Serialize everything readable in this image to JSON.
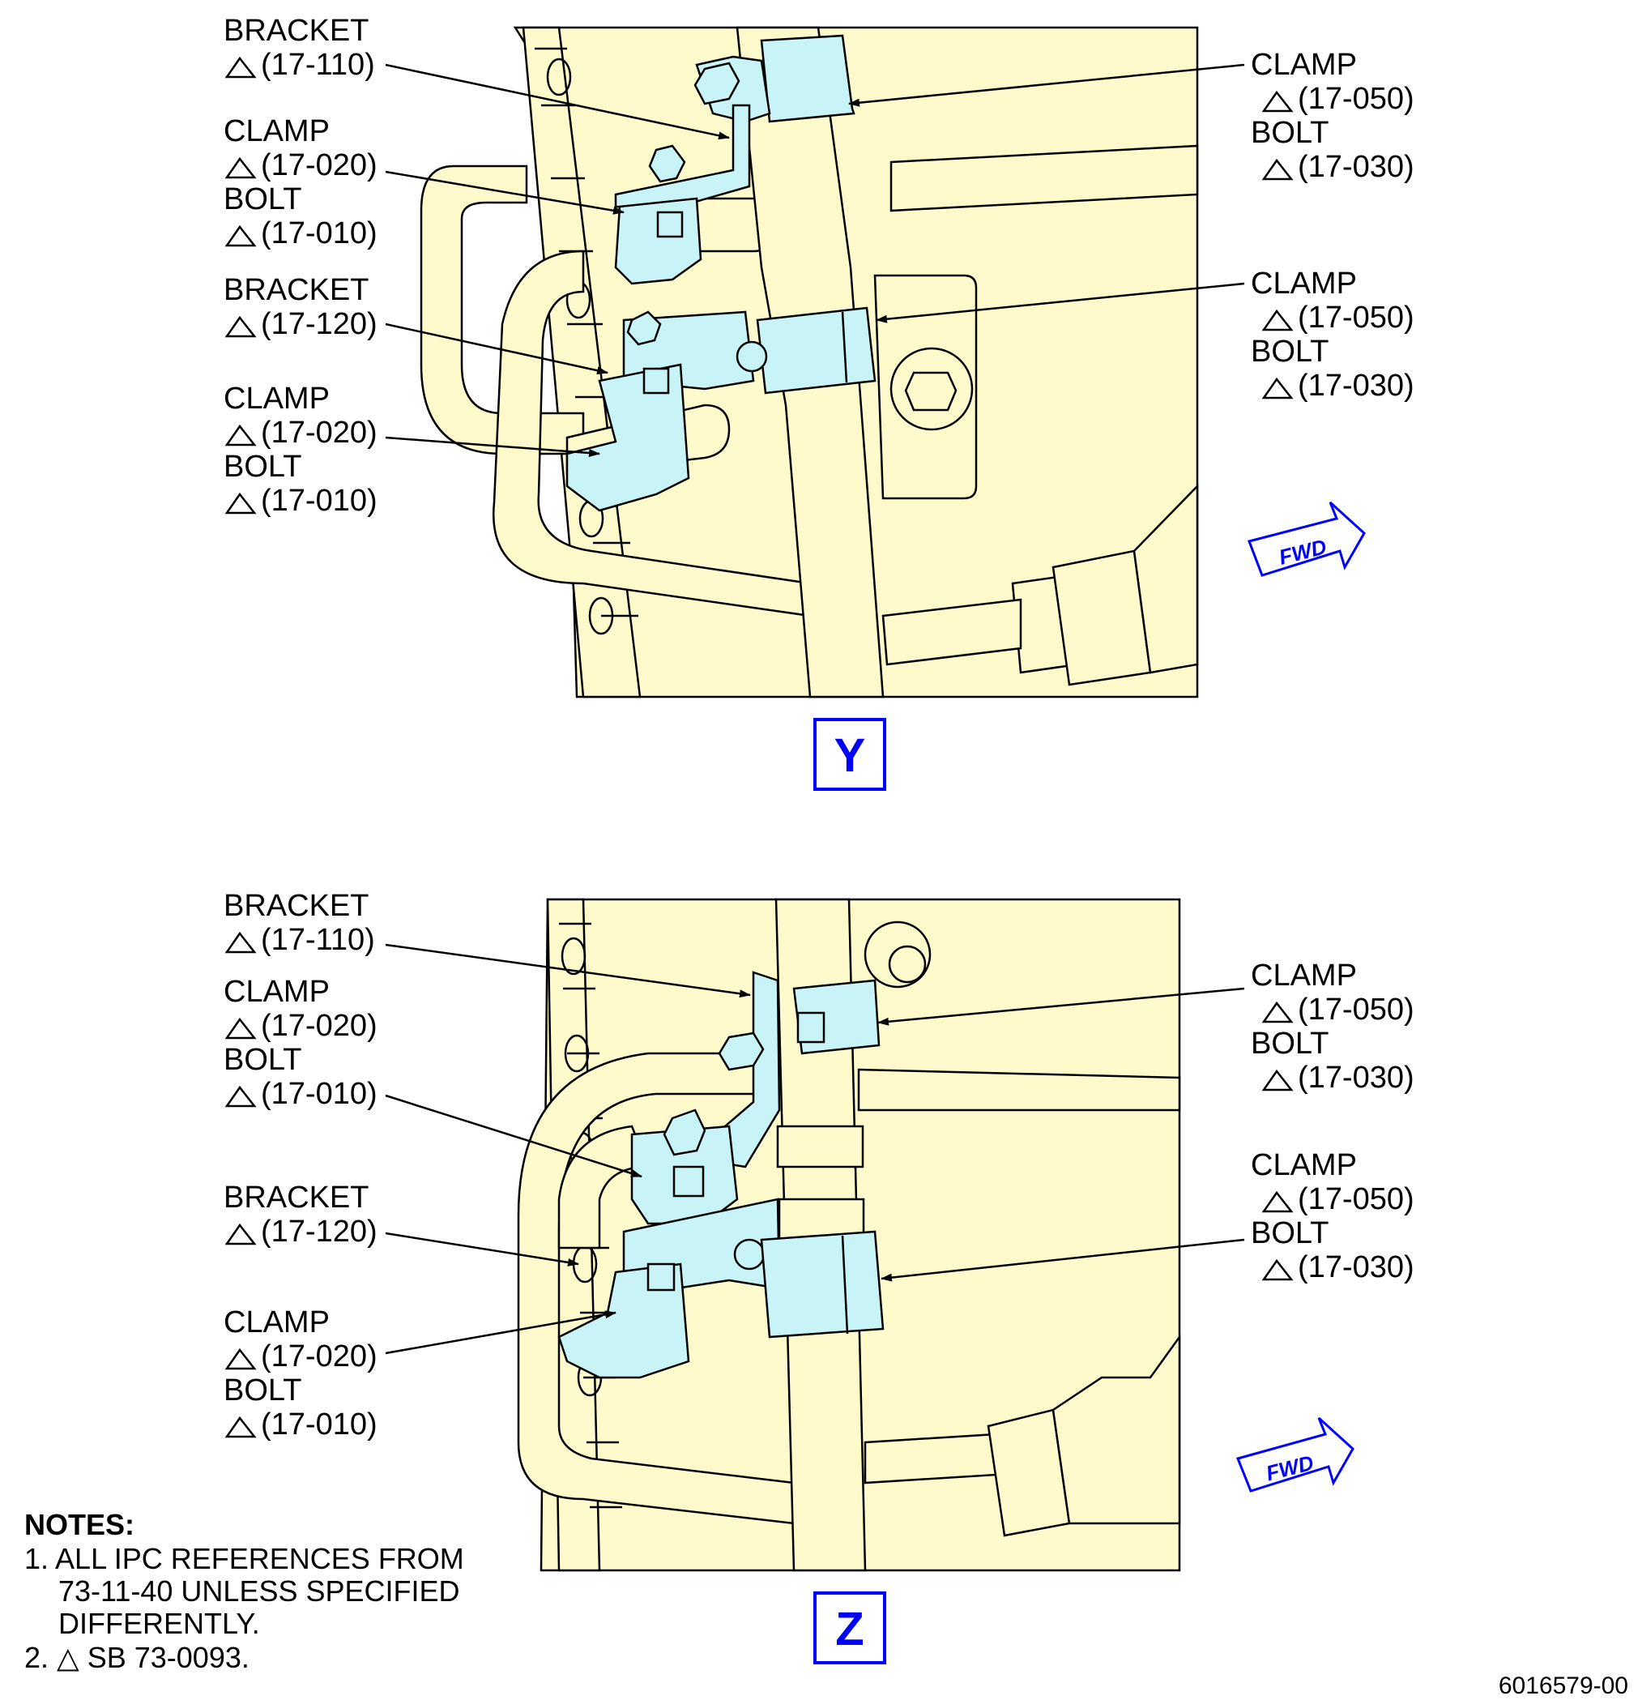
{
  "views": [
    {
      "id": "Y",
      "view_letter": "Y",
      "fwd_label": "FWD",
      "callouts_left": [
        {
          "name": "BRACKET",
          "ref": "(17-110)"
        },
        {
          "name": "CLAMP",
          "ref": "(17-020)",
          "name2": "BOLT",
          "ref2": "(17-010)"
        },
        {
          "name": "BRACKET",
          "ref": "(17-120)"
        },
        {
          "name": "CLAMP",
          "ref": "(17-020)",
          "name2": "BOLT",
          "ref2": "(17-010)"
        }
      ],
      "callouts_right": [
        {
          "name": "CLAMP",
          "ref": "(17-050)",
          "name2": "BOLT",
          "ref2": "(17-030)"
        },
        {
          "name": "CLAMP",
          "ref": "(17-050)",
          "name2": "BOLT",
          "ref2": "(17-030)"
        }
      ]
    },
    {
      "id": "Z",
      "view_letter": "Z",
      "fwd_label": "FWD",
      "callouts_left": [
        {
          "name": "BRACKET",
          "ref": "(17-110)"
        },
        {
          "name": "CLAMP",
          "ref": "(17-020)",
          "name2": "BOLT",
          "ref2": "(17-010)"
        },
        {
          "name": "BRACKET",
          "ref": "(17-120)"
        },
        {
          "name": "CLAMP",
          "ref": "(17-020)",
          "name2": "BOLT",
          "ref2": "(17-010)"
        }
      ],
      "callouts_right": [
        {
          "name": "CLAMP",
          "ref": "(17-050)",
          "name2": "BOLT",
          "ref2": "(17-030)"
        },
        {
          "name": "CLAMP",
          "ref": "(17-050)",
          "name2": "BOLT",
          "ref2": "(17-030)"
        }
      ]
    }
  ],
  "notes": {
    "title": "NOTES:",
    "items": [
      "1. ALL IPC REFERENCES FROM",
      "73-11-40 UNLESS SPECIFIED",
      "DIFFERENTLY.",
      "2. △ SB 73-0093."
    ]
  },
  "drawing_number": "6016579-00",
  "colors": {
    "part_background": "#fffacc",
    "highlighted_parts": "#c8f4f8",
    "view_letter": "#0000ff"
  }
}
